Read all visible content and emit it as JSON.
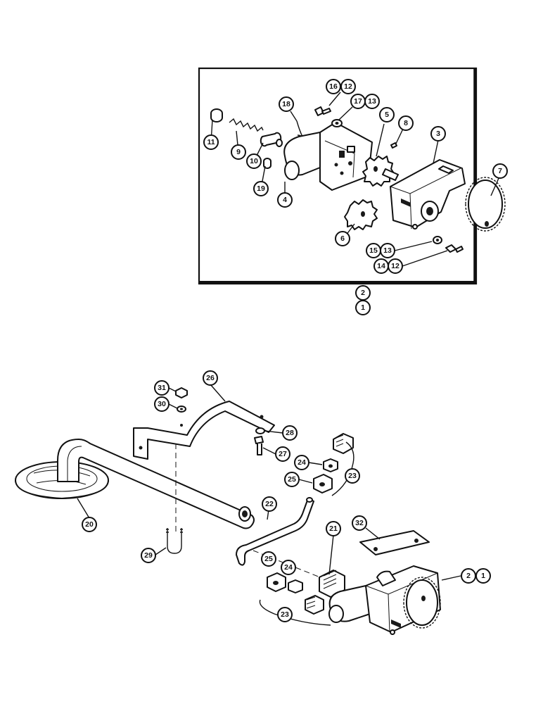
{
  "diagram": {
    "callouts": [
      {
        "id": "c1",
        "label": "11"
      },
      {
        "id": "c2",
        "label": "9"
      },
      {
        "id": "c3",
        "label": "10"
      },
      {
        "id": "c4",
        "label": "19"
      },
      {
        "id": "c5",
        "label": "18"
      },
      {
        "id": "c6",
        "label": "4"
      },
      {
        "id": "c7",
        "label": "16"
      },
      {
        "id": "c8",
        "label": "12"
      },
      {
        "id": "c9",
        "label": "17"
      },
      {
        "id": "c10",
        "label": "13"
      },
      {
        "id": "c11",
        "label": "5"
      },
      {
        "id": "c12",
        "label": "8"
      },
      {
        "id": "c13",
        "label": "3"
      },
      {
        "id": "c14",
        "label": "7"
      },
      {
        "id": "c15",
        "label": "6"
      },
      {
        "id": "c16",
        "label": "15"
      },
      {
        "id": "c17",
        "label": "13"
      },
      {
        "id": "c18",
        "label": "14"
      },
      {
        "id": "c19",
        "label": "12"
      },
      {
        "id": "c20",
        "label": "2"
      },
      {
        "id": "c21",
        "label": "1"
      },
      {
        "id": "c22",
        "label": "26"
      },
      {
        "id": "c23",
        "label": "31"
      },
      {
        "id": "c24",
        "label": "30"
      },
      {
        "id": "c25",
        "label": "28"
      },
      {
        "id": "c26",
        "label": "27"
      },
      {
        "id": "c27",
        "label": "24"
      },
      {
        "id": "c28",
        "label": "25"
      },
      {
        "id": "c29",
        "label": "23"
      },
      {
        "id": "c30",
        "label": "20"
      },
      {
        "id": "c31",
        "label": "22"
      },
      {
        "id": "c32",
        "label": "29"
      },
      {
        "id": "c33",
        "label": "32"
      },
      {
        "id": "c34",
        "label": "21"
      },
      {
        "id": "c35",
        "label": "25"
      },
      {
        "id": "c36",
        "label": "24"
      },
      {
        "id": "c37",
        "label": "2"
      },
      {
        "id": "c38",
        "label": "1"
      },
      {
        "id": "c39",
        "label": "23"
      }
    ]
  }
}
